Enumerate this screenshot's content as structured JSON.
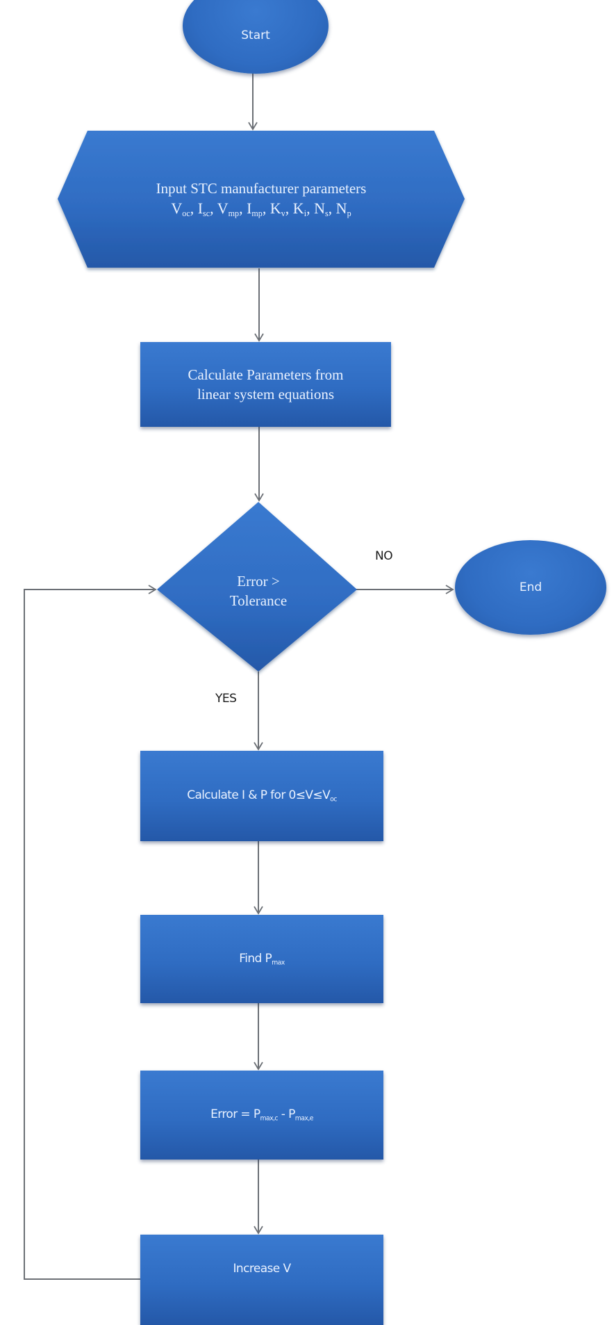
{
  "diagram": {
    "type": "flowchart",
    "colors": {
      "node_fill": "#2f6cc2",
      "node_text": "#eaf2ff",
      "connector": "#6b6f75",
      "label_text": "#1a1a1a",
      "background": "#ffffff"
    },
    "nodes": {
      "start": {
        "shape": "ellipse",
        "label": "Start"
      },
      "input": {
        "shape": "hexagon",
        "line1": "Input STC manufacturer parameters",
        "params": [
          {
            "base": "V",
            "sub": "oc",
            "sep": ", "
          },
          {
            "base": "I",
            "sub": "sc",
            "sep": ", "
          },
          {
            "base": "V",
            "sub": "mp",
            "sep": ", "
          },
          {
            "base": "I",
            "sub": "mp",
            "sep": ", "
          },
          {
            "base": "K",
            "sub": "v",
            "sep": ", "
          },
          {
            "base": "K",
            "sub": "i",
            "sep": ", "
          },
          {
            "base": "N",
            "sub": "s",
            "sep": ", "
          },
          {
            "base": "N",
            "sub": "p",
            "sep": ""
          }
        ]
      },
      "calc_params": {
        "shape": "rectangle",
        "line1": "Calculate Parameters from",
        "line2": "linear system equations"
      },
      "decision": {
        "shape": "diamond",
        "line1": "Error >",
        "line2": "Tolerance"
      },
      "end": {
        "shape": "ellipse",
        "label": "End"
      },
      "calc_ip": {
        "shape": "rectangle",
        "prefix": "Calculate I & P for 0≤V≤V",
        "sub": "oc"
      },
      "find_pmax": {
        "shape": "rectangle",
        "prefix": "Find P",
        "sub": "max"
      },
      "error": {
        "shape": "rectangle",
        "prefix": "Error = P",
        "sub1": "max,c",
        "mid": " - P",
        "sub2": "max,e"
      },
      "increase_v": {
        "shape": "rectangle",
        "label": "Increase V"
      }
    },
    "edge_labels": {
      "no": "NO",
      "yes": "YES"
    },
    "edges": [
      {
        "from": "start",
        "to": "input"
      },
      {
        "from": "input",
        "to": "calc_params"
      },
      {
        "from": "calc_params",
        "to": "decision"
      },
      {
        "from": "decision",
        "to": "end",
        "label": "NO"
      },
      {
        "from": "decision",
        "to": "calc_ip",
        "label": "YES"
      },
      {
        "from": "calc_ip",
        "to": "find_pmax"
      },
      {
        "from": "find_pmax",
        "to": "error"
      },
      {
        "from": "error",
        "to": "increase_v"
      },
      {
        "from": "increase_v",
        "to": "decision",
        "label": ""
      }
    ]
  }
}
